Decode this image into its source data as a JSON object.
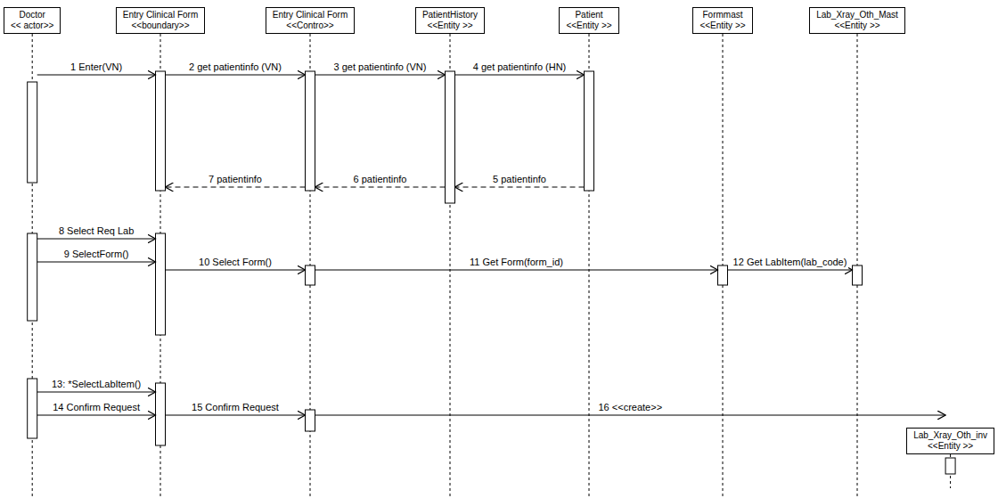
{
  "diagram": {
    "nodes": [
      {
        "text": [
          "Doctor",
          "<< actor>>"
        ]
      },
      {
        "text": [
          "Entry Clinical Form",
          "<<boundary>>"
        ]
      },
      {
        "text": [
          "Entry Clinical Form",
          "<<Contro>>"
        ]
      },
      {
        "text": [
          "PatientHistory",
          "<<Entity >>"
        ]
      },
      {
        "text": [
          "Patient",
          "<<Entity >>"
        ]
      },
      {
        "text": [
          "Formmast",
          "<<Entity >>"
        ]
      },
      {
        "text": [
          "Lab_Xray_Oth_Mast",
          "<<Entity >>"
        ]
      },
      {
        "text": [
          "Lab_Xray_Oth_inv",
          "<<Entity >>"
        ]
      }
    ],
    "edges": [
      {
        "from": 0,
        "to": 1,
        "arrow": "to",
        "label": "1 Enter(VN)"
      },
      {
        "from": 1,
        "to": 2,
        "arrow": "to",
        "label": "2 get patientinfo (VN)"
      },
      {
        "from": 2,
        "to": 3,
        "arrow": "to",
        "label": "3 get patientinfo (VN)"
      },
      {
        "from": 3,
        "to": 4,
        "arrow": "to",
        "label": "4 get patientinfo (HN)"
      },
      {
        "from": 4,
        "to": 3,
        "arrow": "to",
        "label": "5 patientinfo"
      },
      {
        "from": 3,
        "to": 2,
        "arrow": "to",
        "label": "6 patientinfo"
      },
      {
        "from": 2,
        "to": 1,
        "arrow": "to",
        "label": "7 patientinfo"
      },
      {
        "from": 0,
        "to": 1,
        "arrow": "to",
        "label": "8 Select Req Lab"
      },
      {
        "from": 0,
        "to": 1,
        "arrow": "to",
        "label": "9 SelectForm()"
      },
      {
        "from": 1,
        "to": 2,
        "arrow": "to",
        "label": "10 Select Form()"
      },
      {
        "from": 2,
        "to": 5,
        "arrow": "to",
        "label": "11 Get Form(form_id)"
      },
      {
        "from": 5,
        "to": 6,
        "arrow": "to",
        "label": "12 Get LabItem(lab_code)"
      },
      {
        "from": 0,
        "to": 1,
        "arrow": "to",
        "label": "13: *SelectLabItem()"
      },
      {
        "from": 0,
        "to": 1,
        "arrow": "to",
        "label": "14 Confirm Request"
      },
      {
        "from": 1,
        "to": 2,
        "arrow": "to",
        "label": "15 Confirm Request"
      },
      {
        "from": 2,
        "to": 7,
        "arrow": "to",
        "label": "16 <<create>>"
      }
    ]
  }
}
